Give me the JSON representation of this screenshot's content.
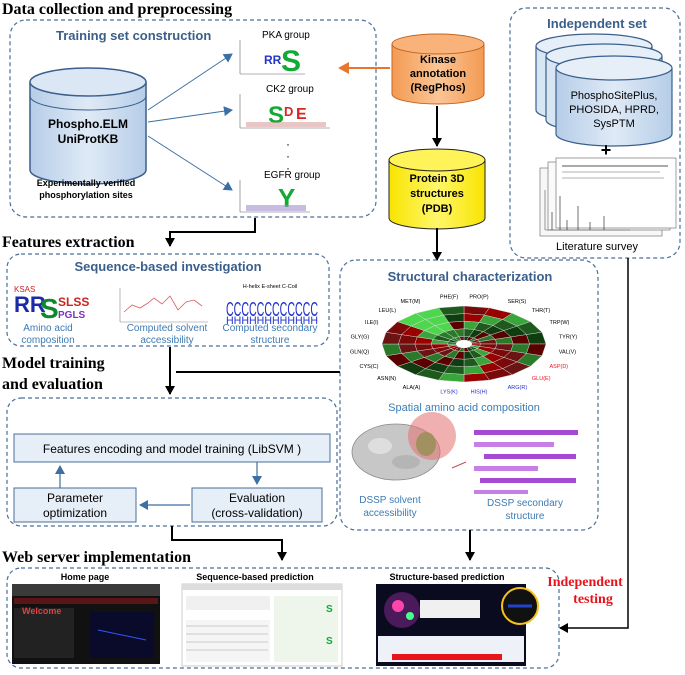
{
  "sections": {
    "data_collection": "Data collection and preprocessing",
    "features_extraction": "Features extraction",
    "model_training_1": "Model training",
    "model_training_2": "and evaluation",
    "web_server": "Web server implementation"
  },
  "training_set": {
    "title": "Training set construction",
    "db_line1": "Phospho.ELM",
    "db_line2": "UniProtKB",
    "caption_line1": "Experimentally verified",
    "caption_line2": "phosphorylation sites",
    "groups": [
      "PKA group",
      "CK2 group",
      "EGFR group"
    ],
    "dots": "·\n·\n·"
  },
  "kinase_annotation": {
    "line1": "Kinase",
    "line2": "annotation",
    "line3": "(RegPhos)"
  },
  "protein_3d": {
    "line1": "Protein 3D",
    "line2": "structures",
    "line3": "(PDB)"
  },
  "independent_set": {
    "title": "Independent set",
    "db_line1": "PhosphoSitePlus,",
    "db_line2": "PHOSIDA, HPRD,",
    "db_line3": "SysPTM",
    "plus": "+",
    "literature": "Literature survey"
  },
  "sequence_investigation": {
    "title": "Sequence-based investigation",
    "items": [
      {
        "line1": "Amino acid",
        "line2": "composition"
      },
      {
        "line1": "Computed solvent",
        "line2": "accessibility"
      },
      {
        "line1": "Computed secondary",
        "line2": "structure"
      }
    ],
    "ss_legend": "H-helix E-sheet C-Coil"
  },
  "structural": {
    "title": "Structural characterization",
    "spatial_caption": "Spatial amino acid composition",
    "dssp_solvent_line1": "DSSP solvent",
    "dssp_solvent_line2": "accessibility",
    "dssp_secondary_line1": "DSSP secondary",
    "dssp_secondary_line2": "structure",
    "residues": [
      "PRO(P)",
      "SER(S)",
      "THR(T)",
      "TRP(W)",
      "TYR(Y)",
      "VAL(V)",
      "ASP(D)",
      "GLU(E)",
      "ARG(R)",
      "HIS(H)",
      "LYS(K)",
      "ALA(A)",
      "ASN(N)",
      "CYS(C)",
      "GLN(Q)",
      "GLY(G)",
      "ILE(I)",
      "LEU(L)",
      "MET(M)",
      "PHE(F)"
    ]
  },
  "model": {
    "features_encoding": "Features encoding and model training (LibSVM )",
    "param_line1": "Parameter",
    "param_line2": "optimization",
    "eval_line1": "Evaluation",
    "eval_line2": "(cross-validation)"
  },
  "web": {
    "home": "Home page",
    "sequence_pred": "Sequence-based prediction",
    "structure_pred": "Structure-based prediction",
    "welcome": "Welcome"
  },
  "independent_testing": {
    "line1": "Independent",
    "line2": "testing"
  },
  "colors": {
    "arrow": "#000000",
    "orange_arrow": "#e8762c",
    "kinase_fill": "#f5a05a",
    "pdb_fill": "#ffee00",
    "cylinder_fill": "#c9dcf0",
    "red_text": "#e8141b",
    "blue_title": "#3a5f8a"
  }
}
